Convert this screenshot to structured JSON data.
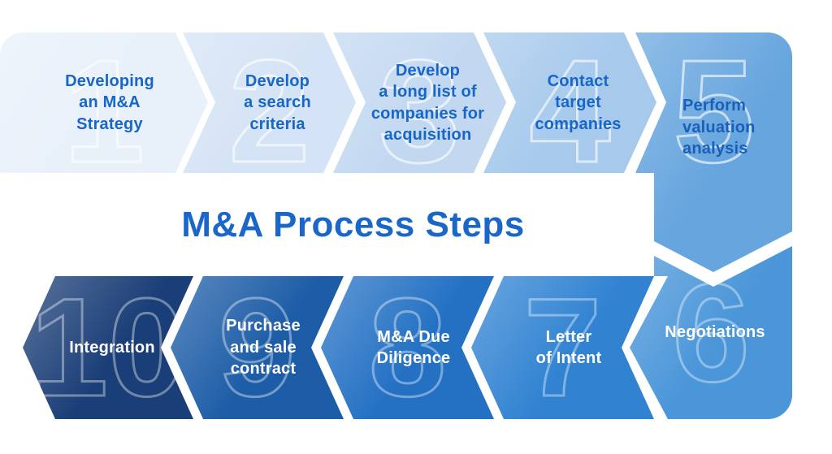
{
  "title": {
    "text": "M&A Process Steps",
    "color": "#1a67c9"
  },
  "steps": [
    {
      "number": "1",
      "label": "Developing\nan M&A\nStrategy",
      "bg": "#e8f0fa",
      "text_color": "#1766c8"
    },
    {
      "number": "2",
      "label": "Develop\na search\ncriteria",
      "bg": "#d4e3f5",
      "text_color": "#1766c8"
    },
    {
      "number": "3",
      "label": "Develop\na long list of\ncompanies for\nacquisition",
      "bg": "#c2d8f1",
      "text_color": "#1766c8"
    },
    {
      "number": "4",
      "label": "Contact\ntarget\ncompanies",
      "bg": "#a6c9ec",
      "text_color": "#1766c8"
    },
    {
      "number": "5",
      "label": "Perform\nvaluation\nanalysis",
      "bg": "#66a5de",
      "text_color": "#1a5fb8"
    },
    {
      "number": "6",
      "label": "Negotiations",
      "bg": "#4a96d9",
      "text_color": "#ffffff"
    },
    {
      "number": "7",
      "label": "Letter\nof Intent",
      "bg": "#3183d2",
      "text_color": "#ffffff"
    },
    {
      "number": "8",
      "label": "M&A Due\nDiligence",
      "bg": "#2471c4",
      "text_color": "#ffffff"
    },
    {
      "number": "9",
      "label": "Purchase\nand sale\ncontract",
      "bg": "#1d5da7",
      "text_color": "#ffffff"
    },
    {
      "number": "10",
      "label": "Integration",
      "bg": "#1a3e77",
      "text_color": "#ffffff"
    }
  ]
}
